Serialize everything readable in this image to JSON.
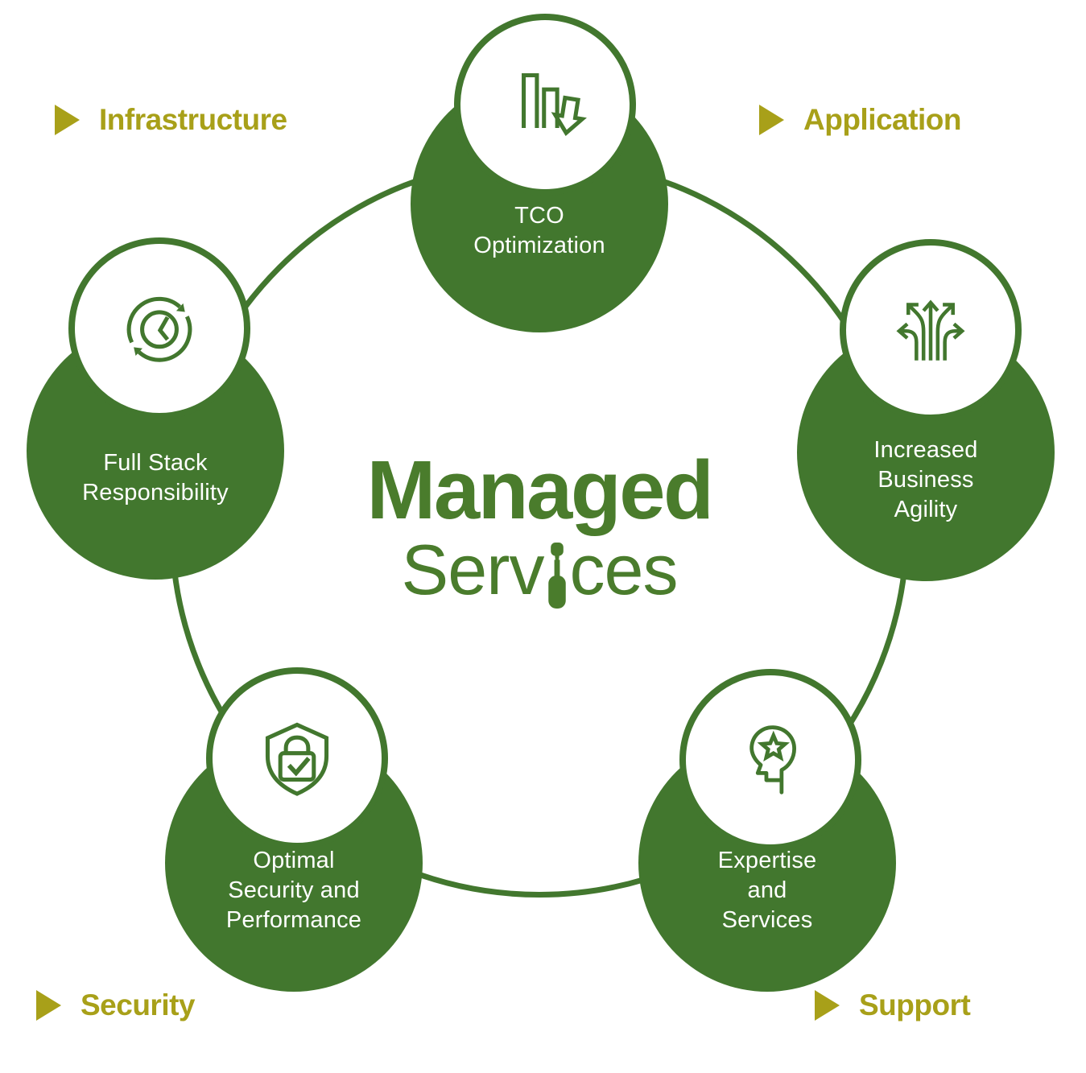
{
  "colors": {
    "green": "#42772E",
    "logo_green": "#4A7C2C",
    "olive": "#A8A019",
    "node_text": "#FFFFFF"
  },
  "center": {
    "title_line1": "Managed",
    "title_line2_pre": "Serv",
    "title_line2_post": "ces",
    "title_full": "Managed Services"
  },
  "corner_labels": {
    "top_left": "Infrastructure",
    "top_right": "Application",
    "bottom_left": "Security",
    "bottom_right": "Support"
  },
  "nodes": [
    {
      "id": "tco",
      "label": "TCO\nOptimization",
      "icon": "declining-chart-icon"
    },
    {
      "id": "full-stack",
      "label": "Full Stack\nResponsibility",
      "icon": "clock-cycle-icon"
    },
    {
      "id": "agility",
      "label": "Increased\nBusiness\nAgility",
      "icon": "branching-arrows-icon"
    },
    {
      "id": "security",
      "label": "Optimal\nSecurity and\nPerformance",
      "icon": "shield-lock-icon"
    },
    {
      "id": "expertise",
      "label": "Expertise\nand\nServices",
      "icon": "head-star-icon"
    }
  ]
}
